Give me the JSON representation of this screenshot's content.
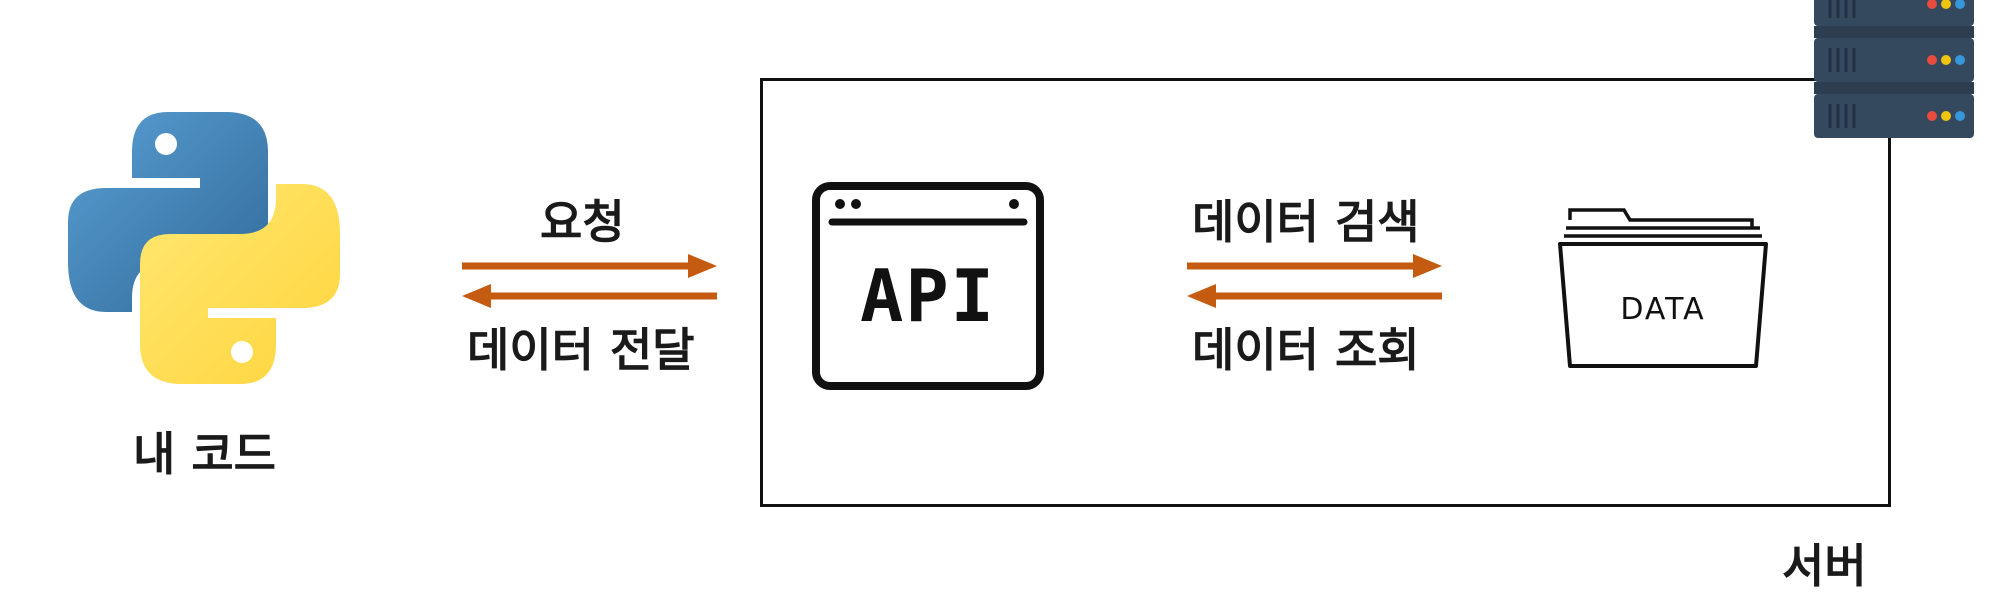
{
  "title_partial": "",
  "client": {
    "label": "내 코드",
    "icon": "python-logo-icon"
  },
  "request_flow": {
    "request_label": "요청",
    "response_label": "데이터 전달",
    "arrow_color": "#c55a11"
  },
  "server": {
    "label": "서버",
    "icon": "server-rack-icon",
    "api": {
      "text": "API",
      "icon": "api-window-icon"
    }
  },
  "db_flow": {
    "search_label": "데이터 검색",
    "retrieve_label": "데이터 조회",
    "arrow_color": "#c55a11"
  },
  "data_store": {
    "text": "DATA",
    "icon": "data-folder-icon"
  }
}
